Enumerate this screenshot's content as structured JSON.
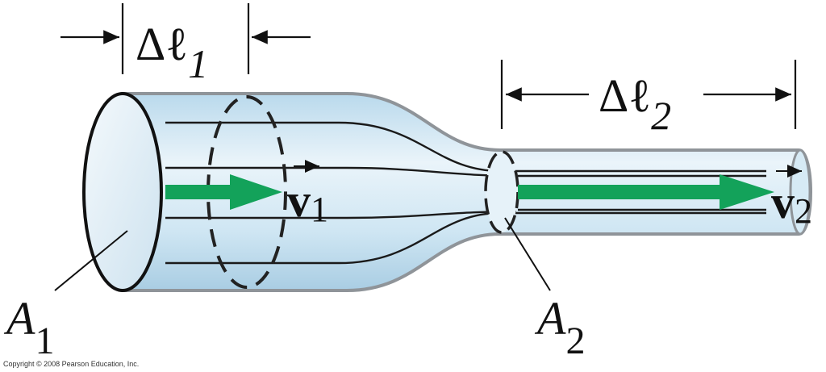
{
  "labels": {
    "delta_l1": {
      "symbol": "Δℓ",
      "sub": "1"
    },
    "delta_l2": {
      "symbol": "Δℓ",
      "sub": "2"
    },
    "v1": {
      "symbol": "v",
      "sub": "1"
    },
    "v2": {
      "symbol": "v",
      "sub": "2"
    },
    "A1": {
      "symbol": "A",
      "sub": "1"
    },
    "A2": {
      "symbol": "A",
      "sub": "2"
    }
  },
  "copyright": "Copyright © 2008 Pearson Education, Inc.",
  "colors": {
    "tube_fill": "#cfe6f3",
    "tube_outline": "#8f9499",
    "end_face": "#e9f3f9",
    "arrow_green": "#13a25a",
    "ink": "#111111"
  }
}
